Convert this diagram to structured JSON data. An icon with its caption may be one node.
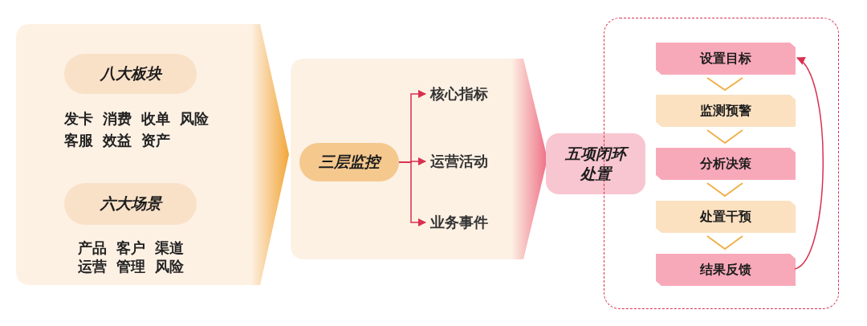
{
  "diagram": {
    "nodes": [
      {
        "text": [],
        "shape": "box"
      },
      {
        "text": [
          "八大板块"
        ],
        "in": 0
      },
      {
        "text": [
          "六大场景"
        ],
        "in": 0
      },
      {
        "text": [],
        "shape": "box"
      },
      {
        "text": [
          "三层监控"
        ],
        "in": 3
      },
      {
        "text": [
          "核心指标"
        ],
        "in": 3
      },
      {
        "text": [
          "运营活动"
        ],
        "in": 3
      },
      {
        "text": [
          "业务事件"
        ],
        "in": 3
      },
      {
        "text": [
          "五项闭环处置"
        ]
      },
      {
        "text": [],
        "shape": "box"
      },
      {
        "text": [
          "设置目标"
        ],
        "in": 9
      },
      {
        "text": [
          "监测预警"
        ],
        "in": 9
      },
      {
        "text": [
          "分析决策"
        ],
        "in": 9
      },
      {
        "text": [
          "处置干预"
        ],
        "in": 9
      },
      {
        "text": [
          "结果反馈"
        ],
        "in": 9
      }
    ],
    "edges": [
      {
        "from": 4,
        "to": 5,
        "arrow": "to",
        "color": "#d9304f"
      },
      {
        "from": 4,
        "to": 6,
        "arrow": "to",
        "color": "#d9304f"
      },
      {
        "from": 4,
        "to": 7,
        "arrow": "to",
        "color": "#d9304f"
      },
      {
        "from": 10,
        "to": 11,
        "arrow": "to",
        "color": "#f0b04a"
      },
      {
        "from": 11,
        "to": 12,
        "arrow": "to",
        "color": "#f0b04a"
      },
      {
        "from": 12,
        "to": 13,
        "arrow": "to",
        "color": "#f0b04a"
      },
      {
        "from": 13,
        "to": 14,
        "arrow": "to",
        "color": "#f0b04a"
      },
      {
        "from": 14,
        "to": 10,
        "arrow": "to",
        "color": "#d9304f"
      }
    ],
    "labels": [
      "发卡",
      "消费",
      "收单",
      "风险",
      "客服",
      "效益",
      "资产",
      "产品",
      "客户",
      "渠道",
      "运营",
      "管理",
      "风险"
    ]
  }
}
